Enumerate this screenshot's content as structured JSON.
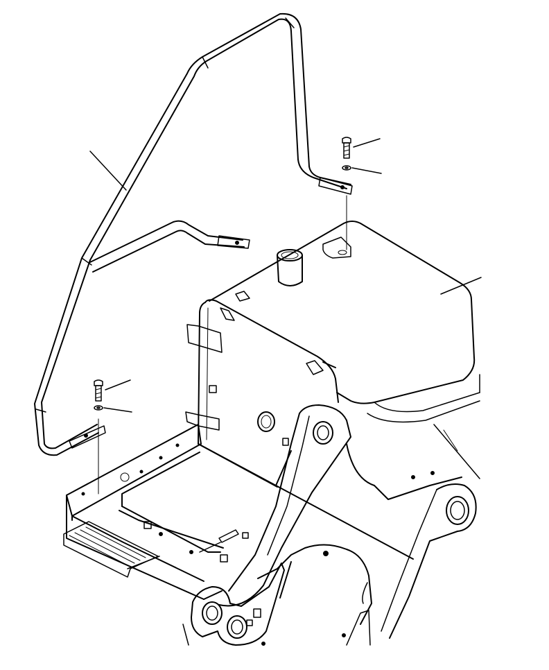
{
  "diagram": {
    "kind": "exploded-parts-illustration",
    "callouts": [
      {
        "target": "handrail",
        "label": ""
      },
      {
        "target": "upper-bolt",
        "label": ""
      },
      {
        "target": "upper-washer",
        "label": ""
      },
      {
        "target": "lower-bolt",
        "label": ""
      },
      {
        "target": "lower-washer",
        "label": ""
      },
      {
        "target": "tank-cover",
        "label": ""
      }
    ],
    "colors": {
      "ink": "#000000",
      "paper": "#ffffff"
    }
  }
}
